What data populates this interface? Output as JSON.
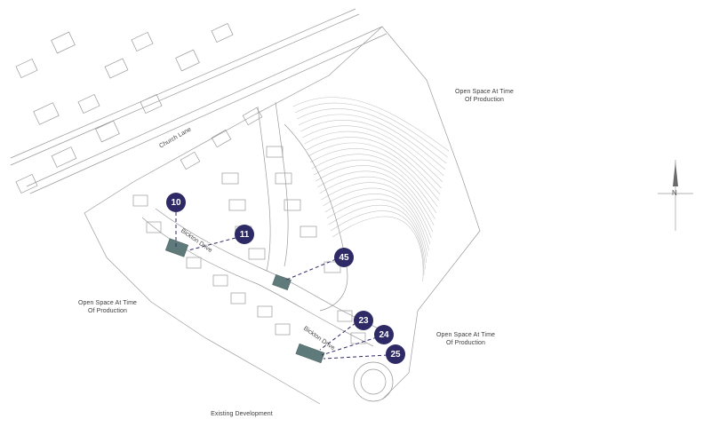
{
  "colors": {
    "marker": "#2e2a66",
    "plot_highlight": "#5f7a7a",
    "lines": "#9a9a9a"
  },
  "labels": {
    "open_space_ne": "Open Space At Time\nOf Production",
    "open_space_w": "Open Space At Time\nOf Production",
    "open_space_e": "Open Space At Time\nOf Production",
    "existing_development": "Existing Development"
  },
  "roads": {
    "church_lane": "Church Lane",
    "bickton_drive_north": "Bickton Drive",
    "bickton_drive_south": "Bickton Drive"
  },
  "compass": {
    "north": "N",
    "icon": "north-arrow-icon"
  },
  "plot_markers": [
    {
      "label": "10"
    },
    {
      "label": "11"
    },
    {
      "label": "45"
    },
    {
      "label": "23"
    },
    {
      "label": "24"
    },
    {
      "label": "25"
    }
  ]
}
